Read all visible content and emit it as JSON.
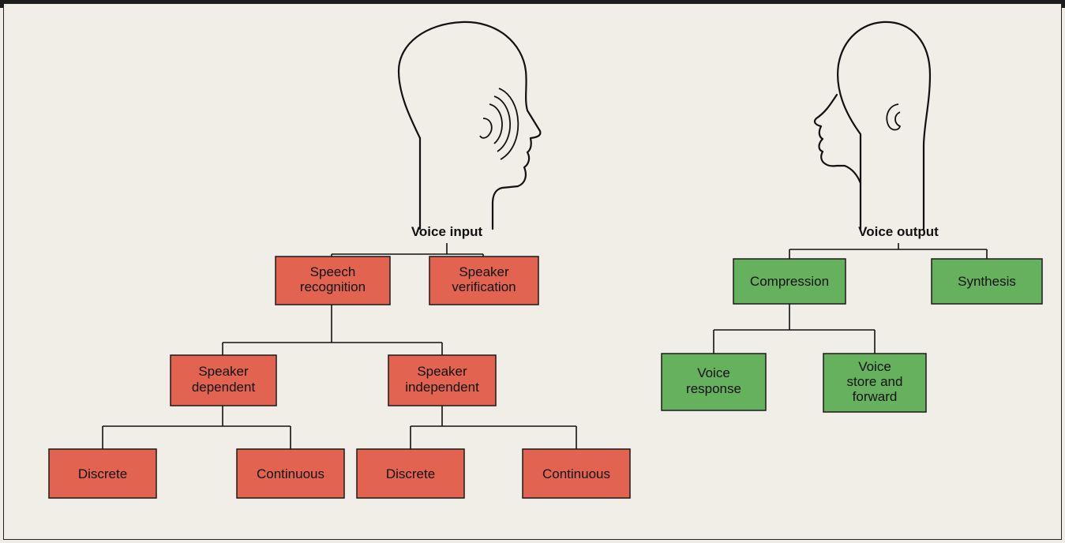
{
  "left_group": {
    "title": "Voice input",
    "level1": [
      "Speech\nrecognition",
      "Speaker\nverification"
    ],
    "level2": [
      "Speaker\ndependent",
      "Speaker\nindependent"
    ],
    "level3": [
      "Discrete",
      "Continuous",
      "Discrete",
      "Continuous"
    ]
  },
  "right_group": {
    "title": "Voice output",
    "level1": [
      "Compression",
      "Synthesis"
    ],
    "level2": [
      "Voice\nresponse",
      "Voice\nstore and\nforward"
    ]
  },
  "colors": {
    "input_boxes": "#e2634f",
    "output_boxes": "#66b15d"
  }
}
